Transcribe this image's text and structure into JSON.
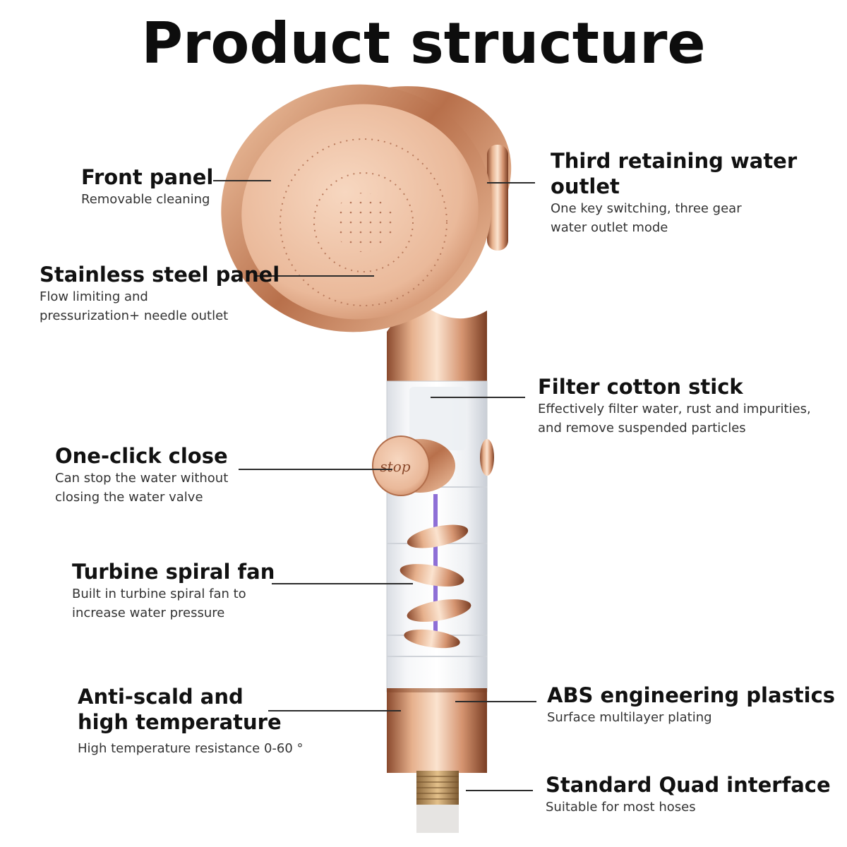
{
  "title": "Product structure",
  "product": {
    "stop_button_text": "stop"
  },
  "callouts": {
    "front_panel": {
      "heading": "Front panel",
      "desc": "Removable cleaning"
    },
    "stainless_panel": {
      "heading": "Stainless steel panel",
      "desc_line1": "Flow limiting and",
      "desc_line2": "pressurization+ needle outlet"
    },
    "one_click_close": {
      "heading": "One-click close",
      "desc_line1": "Can stop the water without",
      "desc_line2": "closing the water valve"
    },
    "turbine_fan": {
      "heading": "Turbine spiral fan",
      "desc_line1": "Built in turbine spiral fan to",
      "desc_line2": "increase water pressure"
    },
    "anti_scald": {
      "heading_line1": "Anti-scald and",
      "heading_line2": "high temperature",
      "desc": "High temperature resistance 0-60 °"
    },
    "third_outlet": {
      "heading_line1": "Third retaining water",
      "heading_line2": "outlet",
      "desc_line1": "One key switching, three gear",
      "desc_line2": "water outlet mode"
    },
    "filter_stick": {
      "heading": "Filter cotton stick",
      "desc_line1": "Effectively filter water, rust and impurities,",
      "desc_line2": "and remove suspended particles"
    },
    "abs_plastics": {
      "heading": "ABS engineering plastics",
      "desc": "Surface multilayer plating"
    },
    "quad_interface": {
      "heading": "Standard Quad interface",
      "desc": "Suitable for most hoses"
    }
  },
  "colors": {
    "rose_gold": "#d89a73",
    "rose_gold_dark": "#9c5a3a",
    "text": "#111111"
  }
}
